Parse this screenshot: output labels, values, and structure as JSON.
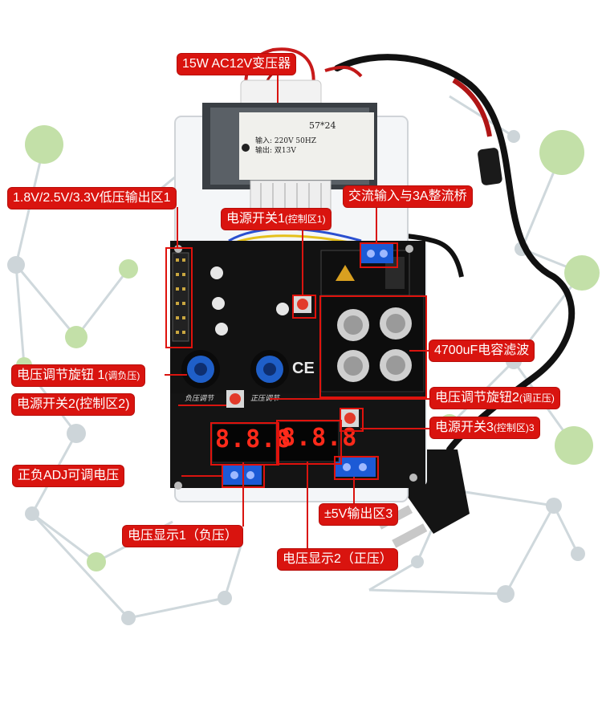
{
  "transformer": {
    "model": "57*24",
    "spec_line_1": "输入: 220V 50HZ",
    "spec_line_2": "输出: 双13V"
  },
  "board": {
    "text_negative_adjust": "负压调节",
    "text_positive_adjust": "正压调节",
    "ce_mark": "CE"
  },
  "seven_segment_1": "8.8.8",
  "seven_segment_2": "8.8.8",
  "labels": {
    "transformer": "15W AC12V变压器",
    "low_voltage_zone": "1.8V/2.5V/3.3V低压输出区1",
    "ac_input": "交流输入与3A整流桥",
    "power_switch_1": "电源开关1",
    "power_switch_1_sub": "(控制区1)",
    "capacitor": "4700uF电容滤波",
    "knob_1": "电压调节旋钮 1",
    "knob_1_sub": "(调负压)",
    "power_switch_2": "电源开关2(控制区2)",
    "knob_2": "电压调节旋钮2",
    "knob_2_sub": "(调正压)",
    "power_switch_3": "电源开关3",
    "power_switch_3_sub": "(控制区)3",
    "adj_voltage": "正负ADJ可调电压",
    "output_5v": "±5V输出区3",
    "display_1": "电压显示1（负压）",
    "display_2": "电压显示2（正压）"
  },
  "colors": {
    "label_red": "#d9140f",
    "pcb_black": "#121212",
    "knob_blue": "#1f5fc8",
    "terminal_blue": "#1c5ad6",
    "led_red": "#ff2a1a"
  }
}
